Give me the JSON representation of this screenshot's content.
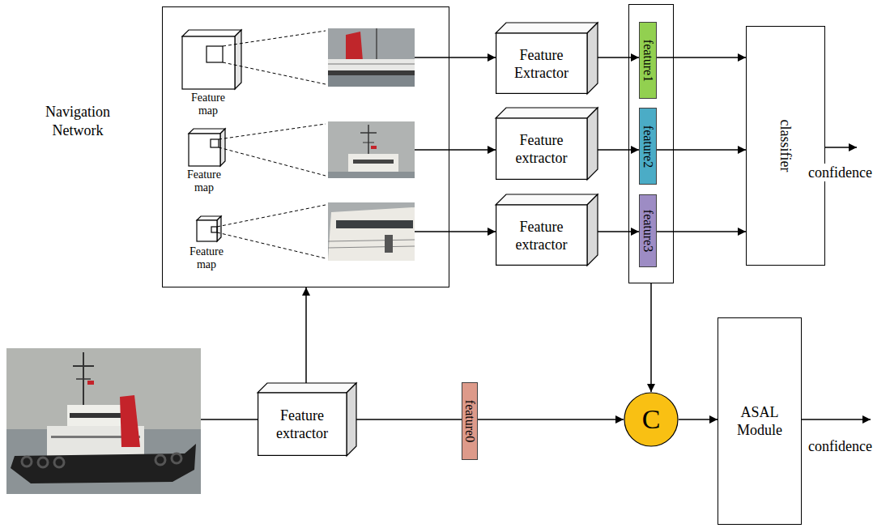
{
  "diagram": {
    "nodes": [
      {
        "text": [
          "Navigation Network"
        ]
      },
      {
        "text": [
          "Feature map"
        ],
        "in": 0
      },
      {
        "text": [
          "Feature map"
        ],
        "in": 0
      },
      {
        "text": [
          "Feature map"
        ],
        "in": 0
      },
      {
        "text": [
          "Feature Extractor"
        ]
      },
      {
        "text": [
          "Feature extractor"
        ]
      },
      {
        "text": [
          "Feature extractor"
        ]
      },
      {
        "text": []
      },
      {
        "text": [
          "feature1"
        ],
        "in": 7
      },
      {
        "text": [
          "feature2"
        ],
        "in": 7
      },
      {
        "text": [
          "feature3"
        ],
        "in": 7
      },
      {
        "text": [
          "classifier"
        ]
      },
      {
        "text": [
          "Feature extractor"
        ]
      },
      {
        "text": [
          "feature0"
        ]
      },
      {
        "text": [
          "C"
        ]
      },
      {
        "text": [
          "ASAL Module"
        ]
      }
    ],
    "edges": [
      {
        "from": 1,
        "to": 4,
        "arrow": "to"
      },
      {
        "from": 2,
        "to": 5,
        "arrow": "to"
      },
      {
        "from": 3,
        "to": 6,
        "arrow": "to"
      },
      {
        "from": 4,
        "to": 8,
        "arrow": "to"
      },
      {
        "from": 5,
        "to": 9,
        "arrow": "to"
      },
      {
        "from": 6,
        "to": 10,
        "arrow": "to"
      },
      {
        "from": 8,
        "to": 11,
        "arrow": "to"
      },
      {
        "from": 9,
        "to": 11,
        "arrow": "to"
      },
      {
        "from": 10,
        "to": 11,
        "arrow": "to"
      },
      {
        "from": 12,
        "to": 0,
        "arrow": "to"
      },
      {
        "from": 12,
        "to": 13,
        "arrow": "none"
      },
      {
        "from": 13,
        "to": 14,
        "arrow": "to"
      },
      {
        "from": 7,
        "to": 14,
        "arrow": "to"
      },
      {
        "from": 14,
        "to": 15,
        "arrow": "to"
      }
    ],
    "labels": [
      "confidence",
      "confidence"
    ]
  }
}
